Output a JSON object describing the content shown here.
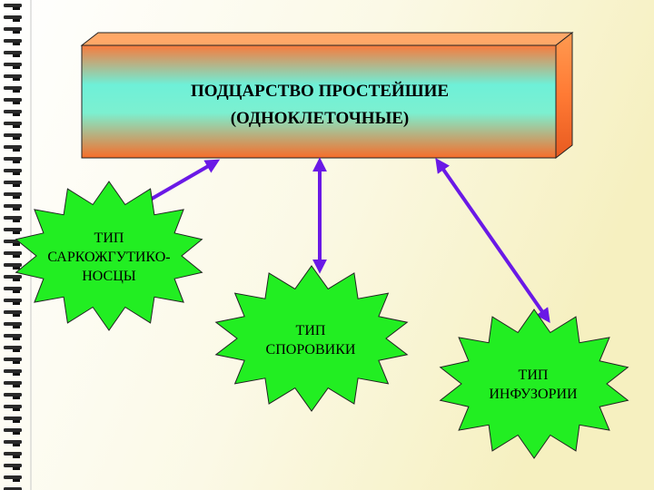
{
  "title": {
    "text": "ПОДЦАРСТВО  ПРОСТЕЙШИЕ\n(ОДНОКЛЕТОЧНЫЕ)"
  },
  "types": [
    {
      "text": "ТИП\nСАРКОЖГУТИКО-\nНОСЦЫ"
    },
    {
      "text": "ТИП\nСПОРОВИКИ"
    },
    {
      "text": "ТИП\nИНФУЗОРИИ"
    }
  ],
  "colors": {
    "star_fill": "#22ee22",
    "arrow": "#6a19e6",
    "box_top": "#f97a3c",
    "box_middle": "#6ef0d8",
    "box_bottom": "#f76d2a",
    "box_side": "#ff8c3c",
    "background_left": "#ffffff",
    "background_right": "#f8f4c8"
  }
}
